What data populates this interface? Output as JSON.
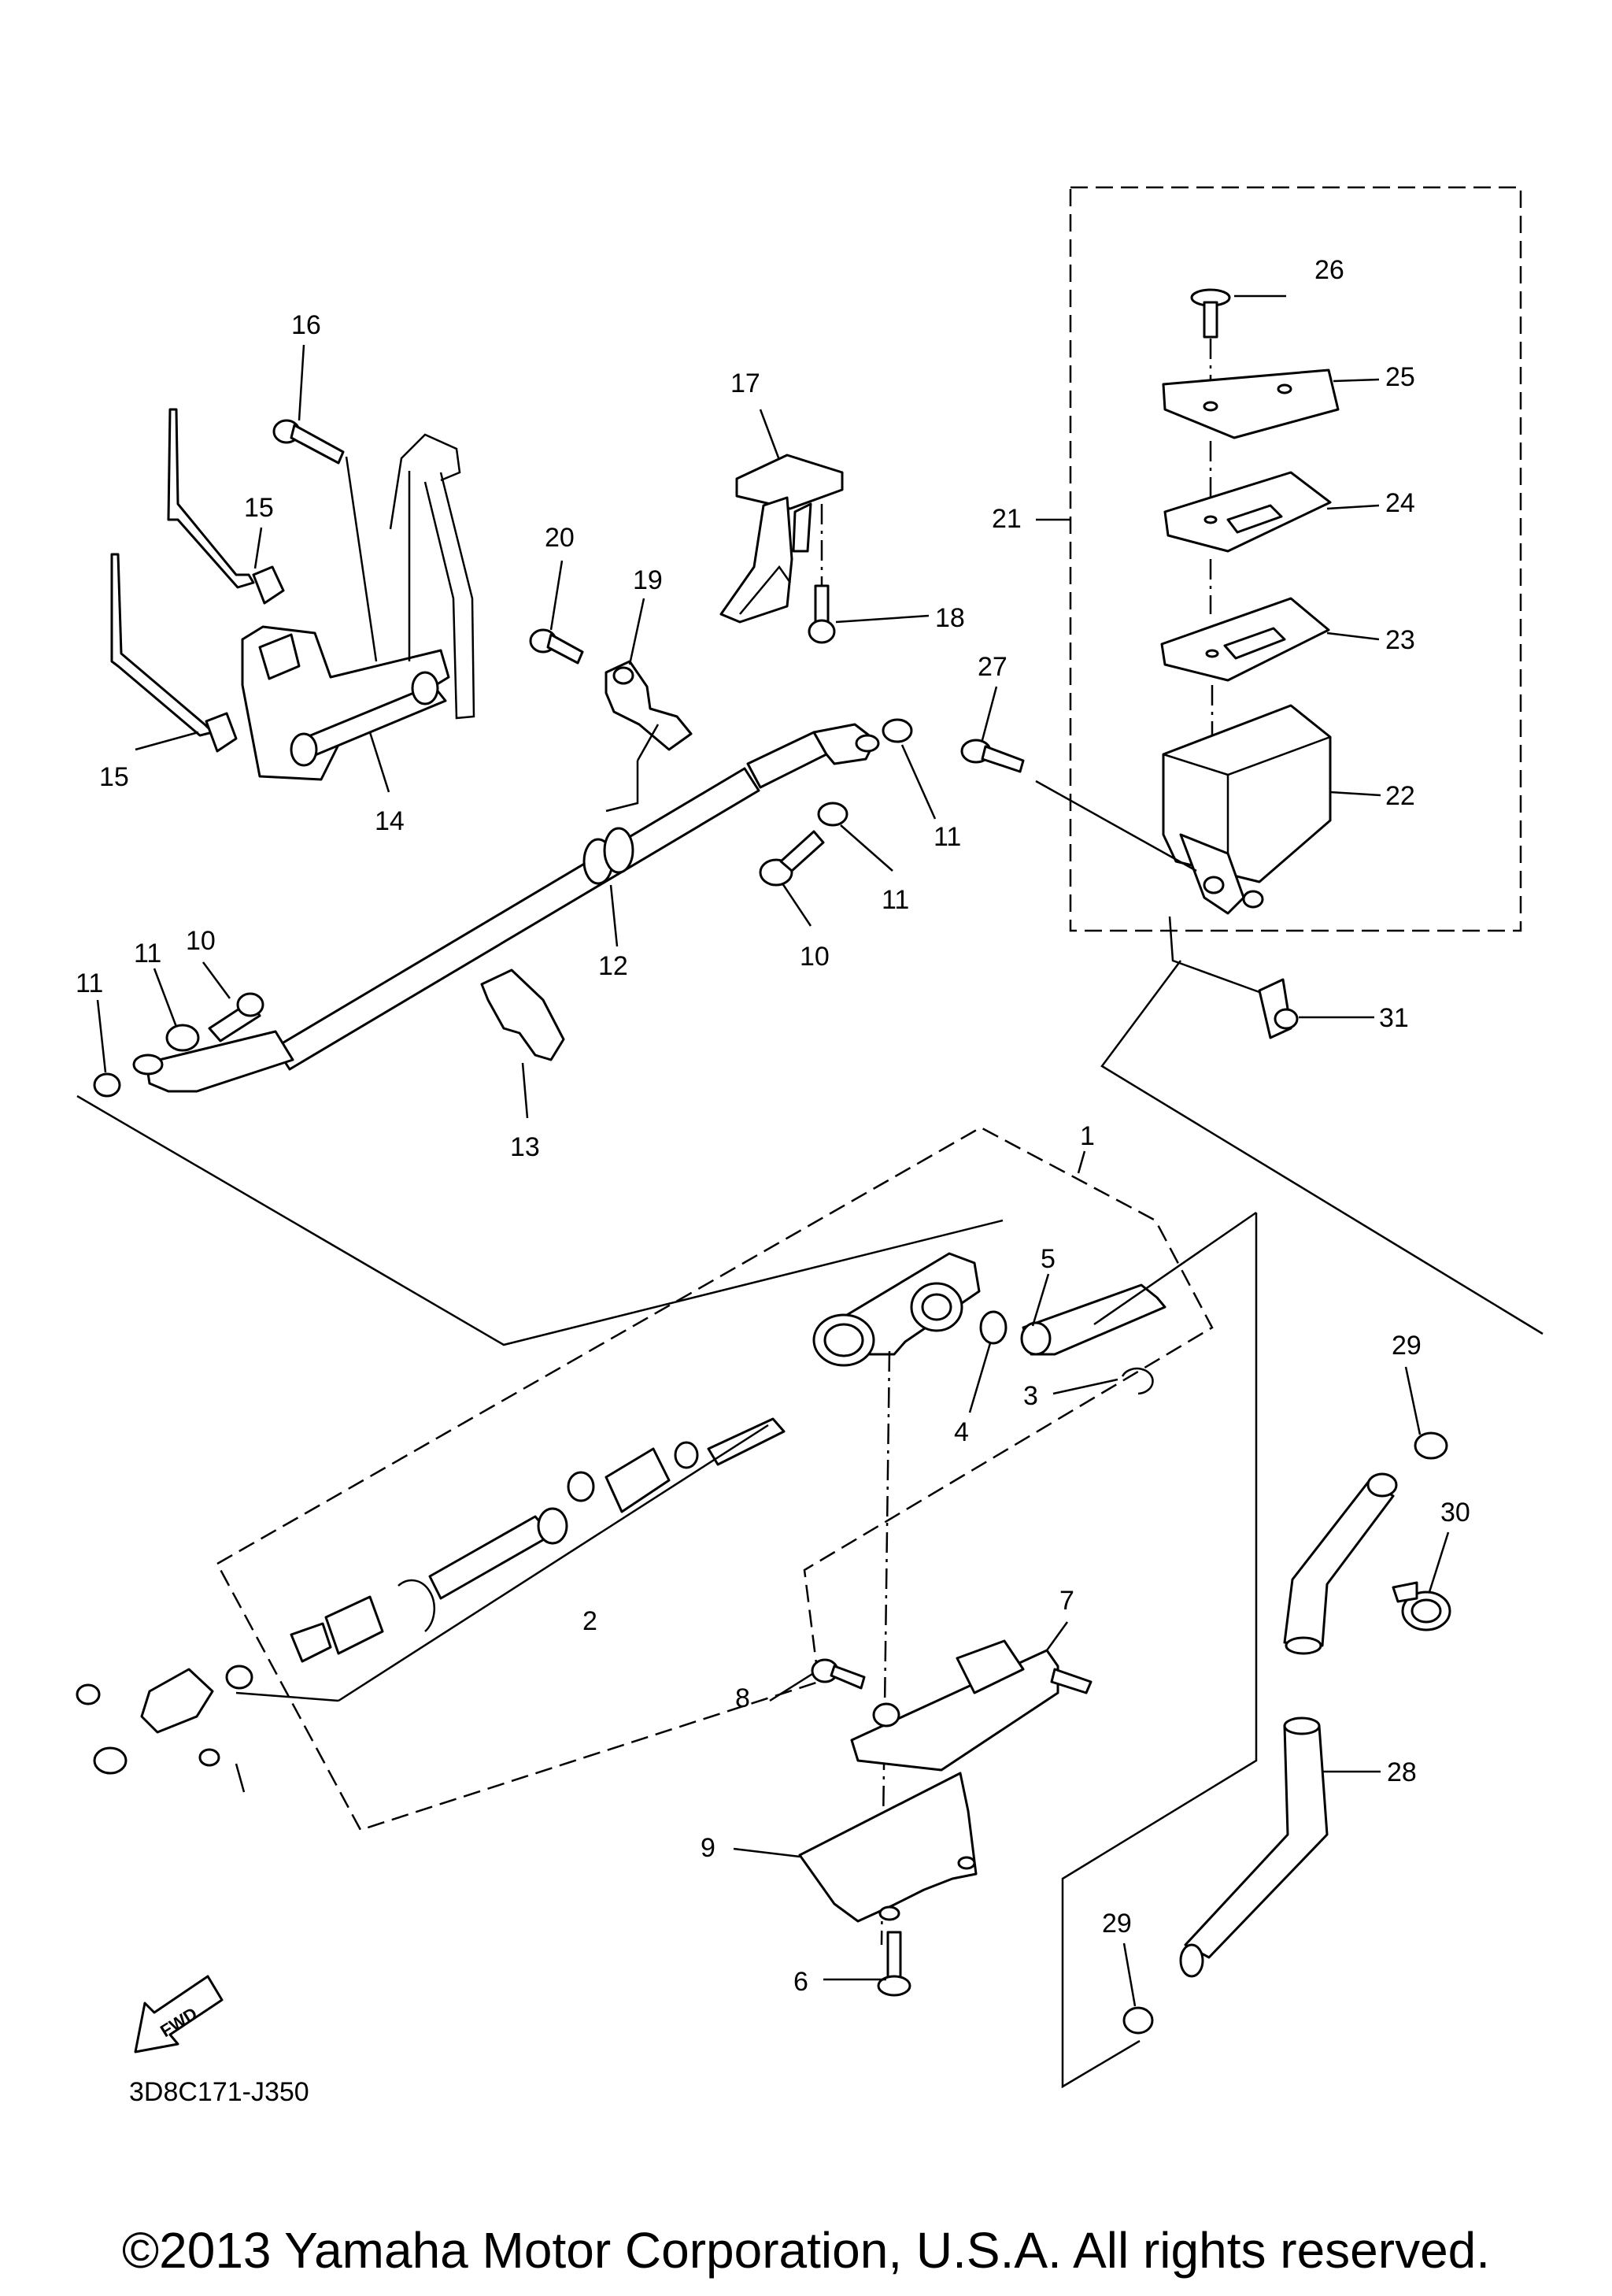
{
  "diagram_code": "3D8C171-J350",
  "fwd_label": "FWD",
  "copyright": "©2013 Yamaha Motor Corporation, U.S.A. All rights reserved.",
  "callouts": {
    "c1": "1",
    "c2": "2",
    "c3": "3",
    "c4": "4",
    "c5": "5",
    "c6": "6",
    "c7": "7",
    "c8": "8",
    "c9": "9",
    "c10a": "10",
    "c10b": "10",
    "c11a": "11",
    "c11b": "11",
    "c11c": "11",
    "c11d": "11",
    "c12": "12",
    "c13": "13",
    "c14": "14",
    "c15a": "15",
    "c15b": "15",
    "c16": "16",
    "c17": "17",
    "c18": "18",
    "c19": "19",
    "c20": "20",
    "c21": "21",
    "c22": "22",
    "c23": "23",
    "c24": "24",
    "c25": "25",
    "c26": "26",
    "c27": "27",
    "c28": "28",
    "c29a": "29",
    "c29b": "29",
    "c30": "30",
    "c31": "31"
  }
}
